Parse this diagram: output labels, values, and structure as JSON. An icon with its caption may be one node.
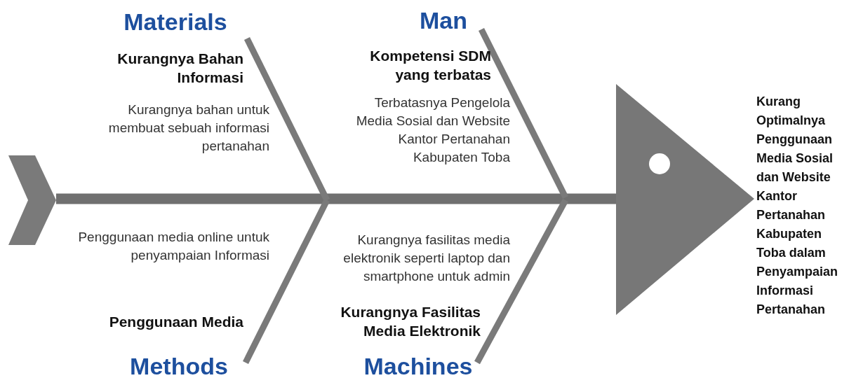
{
  "diagram": {
    "nodes": [
      {
        "text": [],
        "shape": "chevron"
      },
      {
        "text": [
          "Kurang Optimalnya Penggunaan Media Sosial dan Website Kantor Pertanahan Kabupaten Toba dalam Penyampaian Informasi Pertanahan"
        ]
      }
    ],
    "edges": [
      {
        "from": 0,
        "to": 1,
        "arrow": "none"
      }
    ],
    "labels": [
      "Materials",
      "Man",
      "Kurangnya Bahan Informasi",
      "Kompetensi SDM yang terbatas",
      "Kurangnya bahan untuk membuat sebuah informasi pertanahan",
      "Terbatasnya Pengelola Media Sosial dan Website Kantor Pertanahan Kabupaten Toba",
      "Penggunaan media online untuk penyampaian Informasi",
      "Kurangnya fasilitas media elektronik seperti laptop dan smartphone untuk admin",
      "Penggunaan Media",
      "Kurangnya Fasilitas Media Elektronik",
      "Methods",
      "Machines"
    ]
  }
}
